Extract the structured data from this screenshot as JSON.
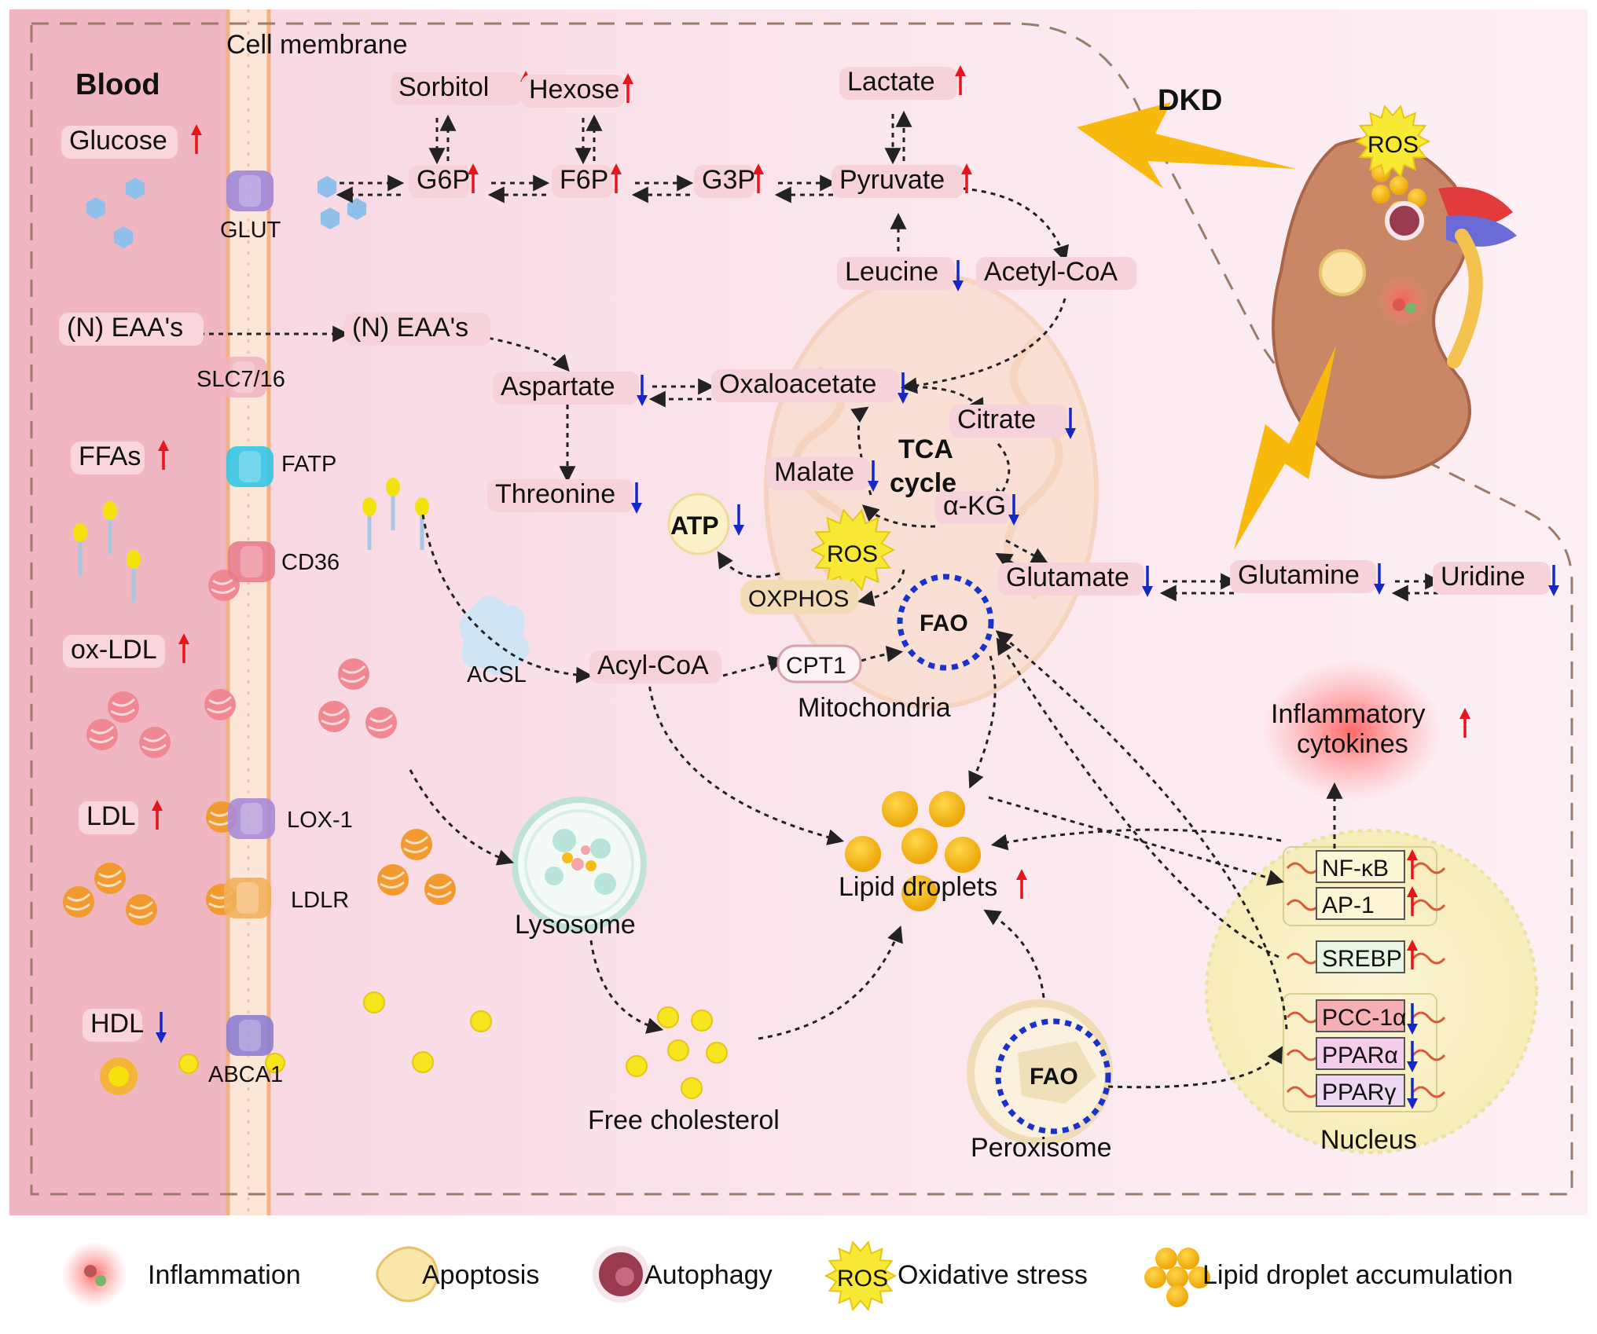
{
  "title": "DKD",
  "regions": {
    "blood": "Blood",
    "membrane": "Cell membrane",
    "mitochondria": "Mitochondria",
    "lysosome": "Lysosome",
    "peroxisome": "Peroxisome",
    "nucleus": "Nucleus"
  },
  "blood_items": [
    {
      "label": "Glucose",
      "change": "up"
    },
    {
      "label": "(N) EAA's",
      "change": ""
    },
    {
      "label": "FFAs",
      "change": "up"
    },
    {
      "label": "ox-LDL",
      "change": "up"
    },
    {
      "label": "LDL",
      "change": "up"
    },
    {
      "label": "HDL",
      "change": "down"
    }
  ],
  "transporters": [
    "GLUT",
    "SLC7/16",
    "FATP",
    "CD36",
    "LOX-1",
    "LDLR",
    "ABCA1"
  ],
  "metabolites": [
    {
      "label": "Sorbitol",
      "change": "up"
    },
    {
      "label": "Hexose",
      "change": "up"
    },
    {
      "label": "Lactate",
      "change": "up"
    },
    {
      "label": "G6P",
      "change": "up"
    },
    {
      "label": "F6P",
      "change": "up"
    },
    {
      "label": "G3P",
      "change": "up"
    },
    {
      "label": "Pyruvate",
      "change": "up"
    },
    {
      "label": "Leucine",
      "change": "down"
    },
    {
      "label": "Acetyl-CoA",
      "change": ""
    },
    {
      "label": "(N) EAA's",
      "change": ""
    },
    {
      "label": "Aspartate",
      "change": "down"
    },
    {
      "label": "Oxaloacetate",
      "change": "down"
    },
    {
      "label": "Citrate",
      "change": "down"
    },
    {
      "label": "Malate",
      "change": "down"
    },
    {
      "label": "α-KG",
      "change": "down"
    },
    {
      "label": "Threonine",
      "change": "down"
    },
    {
      "label": "Glutamate",
      "change": "down"
    },
    {
      "label": "Glutamine",
      "change": "down"
    },
    {
      "label": "Uridine",
      "change": "down"
    },
    {
      "label": "Acyl-CoA",
      "change": ""
    }
  ],
  "misc_labels": {
    "tca_1": "TCA",
    "tca_2": "cycle",
    "atp": "ATP",
    "ros": "ROS",
    "oxphos": "OXPHOS",
    "fao": "FAO",
    "cpt1": "CPT1",
    "acsl": "ACSL",
    "lipid_droplets": "Lipid droplets",
    "free_cholesterol": "Free cholesterol",
    "inflammatory_1": "Inflammatory",
    "inflammatory_2": "cytokines"
  },
  "nucleus_factors": [
    {
      "label": "NF-κB",
      "change": "up"
    },
    {
      "label": "AP-1",
      "change": "up"
    },
    {
      "label": "SREBP",
      "change": "up"
    },
    {
      "label": "PCC-1α",
      "change": "down"
    },
    {
      "label": "PPARα",
      "change": "down"
    },
    {
      "label": "PPARγ",
      "change": "down"
    }
  ],
  "legend": [
    {
      "icon": "inflammation-icon",
      "label": "Inflammation"
    },
    {
      "icon": "apoptosis-icon",
      "label": "Apoptosis"
    },
    {
      "icon": "autophagy-icon",
      "label": "Autophagy"
    },
    {
      "icon": "ros-icon",
      "label": "ROS",
      "text": "Oxidative stress"
    },
    {
      "icon": "lipid-droplet-icon",
      "label": "Lipid droplet accumulation"
    }
  ],
  "colors": {
    "up_arrow": "#e8141b",
    "down_arrow": "#1428c8",
    "blood_bg": "#f0b7c2",
    "cell_bg": "#fbe4ec",
    "label_bg": "#f6d3da",
    "lightning": "#f9b90c",
    "lipid": "#f6bd16"
  }
}
